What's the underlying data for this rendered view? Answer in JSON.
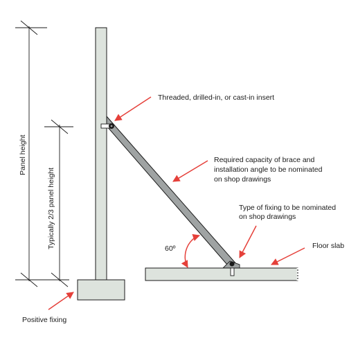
{
  "labels": {
    "panel_height": "Panel height",
    "two_thirds_height": "Typically 2/3 panel height",
    "insert": "Threaded, drilled-in, or cast-in insert",
    "brace_line1": "Required capacity of brace and",
    "brace_line2": "installation angle to be nominated",
    "brace_line3": "on shop drawings",
    "fixing_line1": "Type of fixing to be nominated",
    "fixing_line2": "on shop drawings",
    "floor_slab": "Floor slab",
    "angle": "60º",
    "positive_fixing": "Positive fixing"
  },
  "colors": {
    "panel_fill": "#dde3dd",
    "outline": "#1a1a1a",
    "brace_fill": "#9fa3a3",
    "arrow": "#e5403a"
  }
}
